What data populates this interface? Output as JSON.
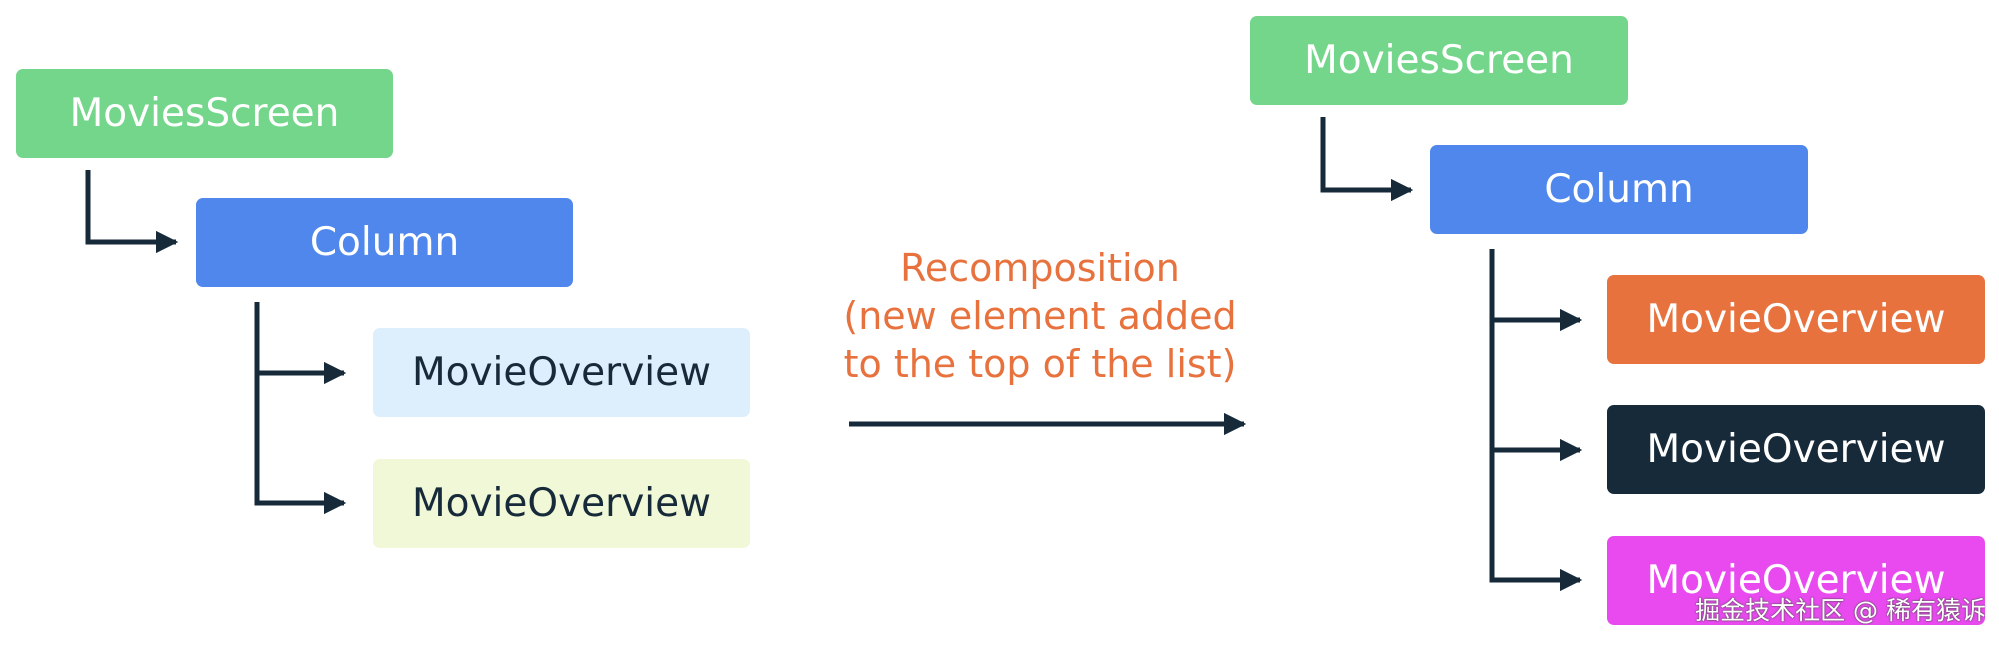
{
  "colors": {
    "movies_screen_bg": "#74d68b",
    "column_bg": "#5087ec",
    "overview_light_blue_bg": "#ddeefc",
    "overview_light_yellow_bg": "#f0f8d8",
    "overview_orange_bg": "#e8723d",
    "overview_dark_bg": "#172a3a",
    "overview_magenta_bg": "#e84aef",
    "connector": "#172a3a",
    "caption_text": "#e8723d",
    "dark_text": "#172a3a",
    "light_text": "#ffffff"
  },
  "left_tree": {
    "root_label": "MoviesScreen",
    "column_label": "Column",
    "children": [
      "MovieOverview",
      "MovieOverview"
    ]
  },
  "transition": {
    "caption_lines": [
      "Recomposition",
      "(new element added",
      "to the top of the list)"
    ]
  },
  "right_tree": {
    "root_label": "MoviesScreen",
    "column_label": "Column",
    "children": [
      "MovieOverview",
      "MovieOverview",
      "MovieOverview"
    ]
  },
  "watermark": "掘金技术社区 @ 稀有猿诉"
}
